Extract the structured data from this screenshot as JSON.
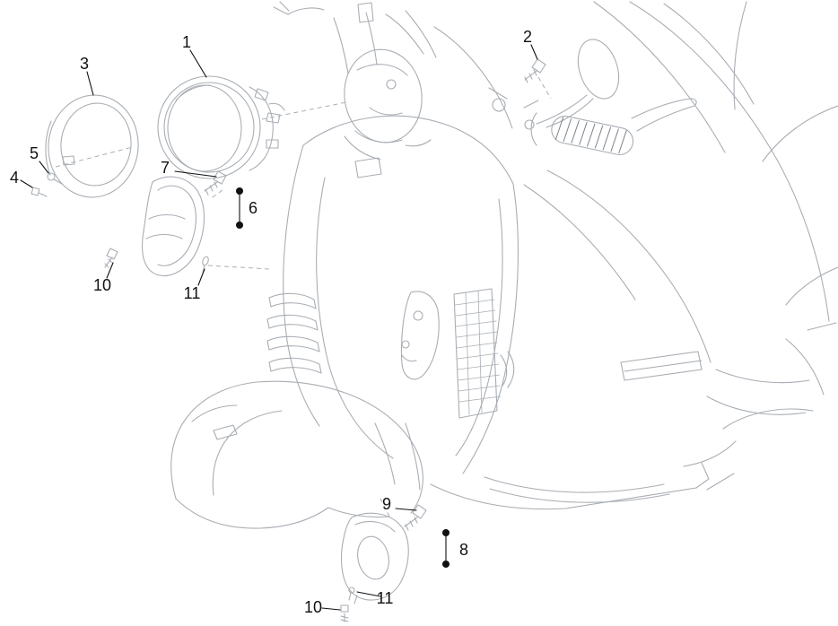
{
  "colors": {
    "background": "#ffffff",
    "artwork_line": "#a9aeb4",
    "callout_text": "#111111"
  },
  "callouts": [
    {
      "label": "1"
    },
    {
      "label": "2"
    },
    {
      "label": "3"
    },
    {
      "label": "4"
    },
    {
      "label": "5"
    },
    {
      "label": "6"
    },
    {
      "label": "7"
    },
    {
      "label": "8"
    },
    {
      "label": "9"
    },
    {
      "label": "10"
    },
    {
      "label": "11"
    },
    {
      "label": "10"
    },
    {
      "label": "11"
    }
  ]
}
